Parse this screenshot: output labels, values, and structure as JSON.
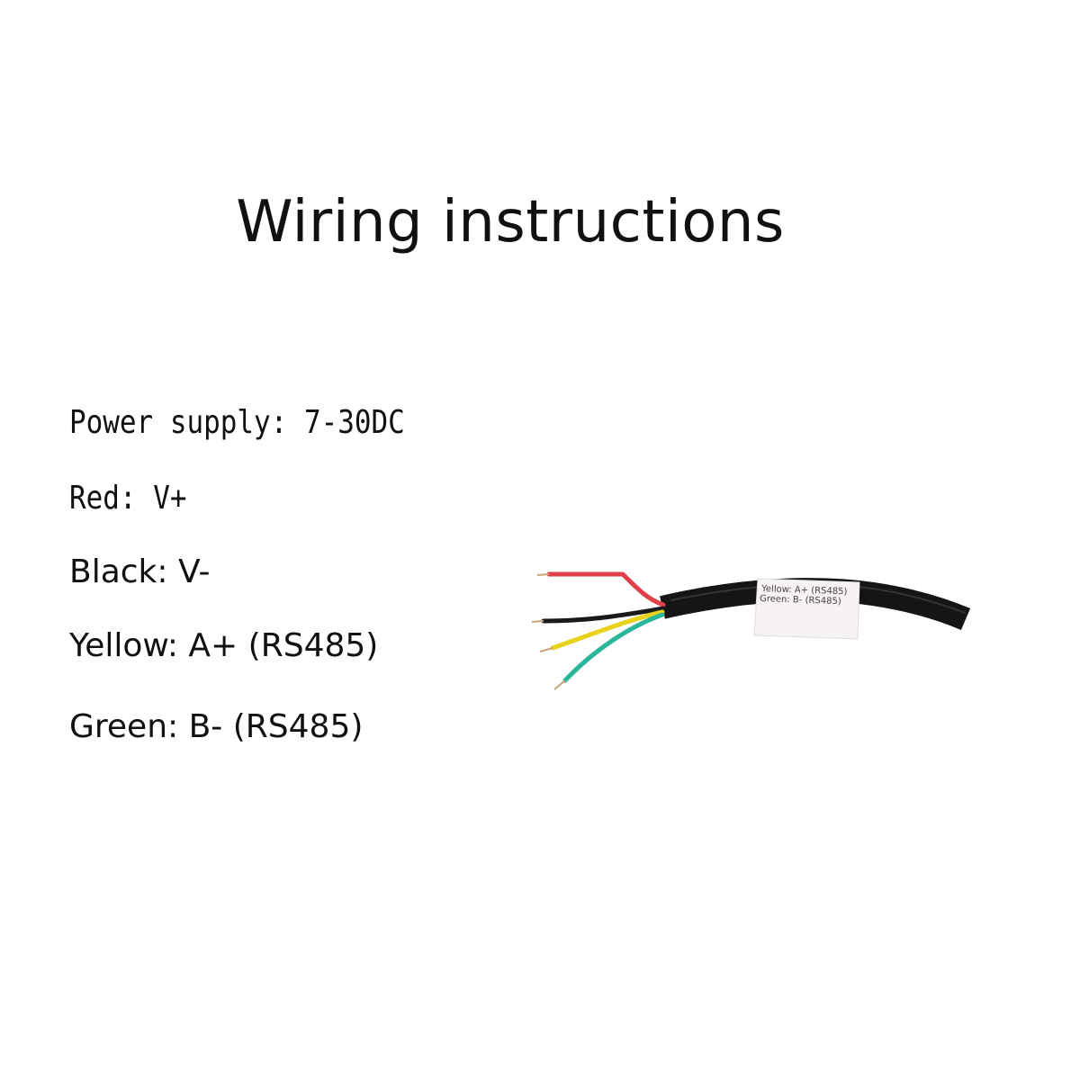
{
  "title": "Wiring instructions",
  "legend": [
    {
      "text": "Power supply: 7-30DC",
      "style": "mono"
    },
    {
      "text": "Red: V+",
      "style": "mono"
    },
    {
      "text": "Black: V-",
      "style": "sans"
    },
    {
      "text": "Yellow: A+ (RS485)",
      "style": "sans"
    },
    {
      "text": "Green: B- (RS485)",
      "style": "sans"
    }
  ],
  "cable": {
    "sticker_lines": [
      "Yellow: A+ (RS485)",
      "Green: B- (RS485)"
    ],
    "colors": {
      "jacket": "#151515",
      "red": "#e0404a",
      "black": "#1a1a1a",
      "yellow": "#e8d21c",
      "green": "#2bb59a",
      "copper": "#c9a27a",
      "sticker": "#f7f2f4"
    }
  }
}
